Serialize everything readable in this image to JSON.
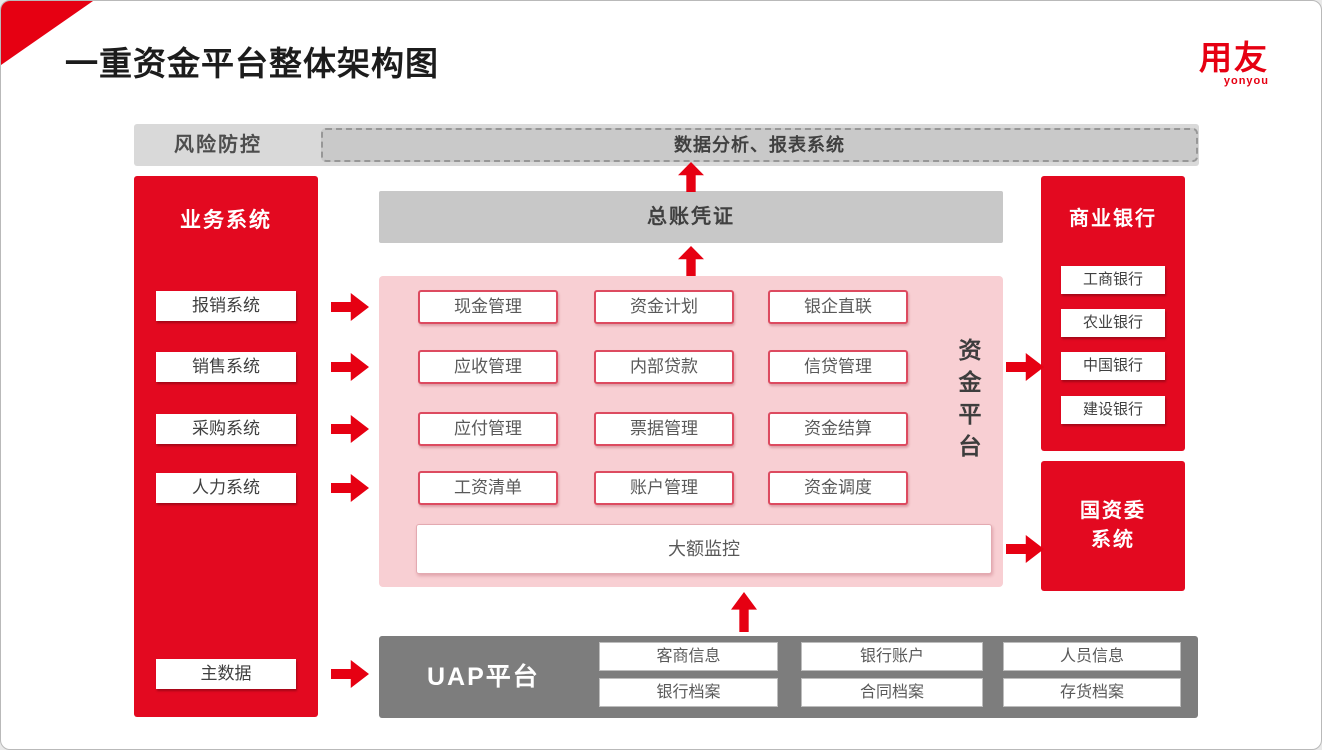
{
  "page": {
    "title": "一重资金平台整体架构图",
    "logo": {
      "brand": "用友",
      "sub": "yonyou"
    }
  },
  "colors": {
    "accent_red": "#e60012",
    "box_red": "#e30920",
    "pink": "#f8cfd3",
    "bar_gray": "#d9d9d9",
    "ledger_gray": "#c8c8c8",
    "uap_gray": "#7d7d7d",
    "text_dark": "#404040"
  },
  "risk_bar": {
    "label": "风险防控",
    "report_box": "数据分析、报表系统"
  },
  "business": {
    "title": "业务系统",
    "items": [
      "报销系统",
      "销售系统",
      "采购系统",
      "人力系统"
    ],
    "master": "主数据"
  },
  "ledger": {
    "label": "总账凭证"
  },
  "platform": {
    "label": "资金平台",
    "grid": [
      [
        "现金管理",
        "资金计划",
        "银企直联"
      ],
      [
        "应收管理",
        "内部贷款",
        "信贷管理"
      ],
      [
        "应付管理",
        "票据管理",
        "资金结算"
      ],
      [
        "工资清单",
        "账户管理",
        "资金调度"
      ]
    ],
    "wide": "大额监控"
  },
  "banks": {
    "title": "商业银行",
    "items": [
      "工商银行",
      "农业银行",
      "中国银行",
      "建设银行"
    ]
  },
  "sasac": {
    "title": "国资委\n系统"
  },
  "uap": {
    "title": "UAP平台",
    "columns": [
      [
        "客商信息",
        "银行档案"
      ],
      [
        "银行账户",
        "合同档案"
      ],
      [
        "人员信息",
        "存货档案"
      ]
    ]
  }
}
